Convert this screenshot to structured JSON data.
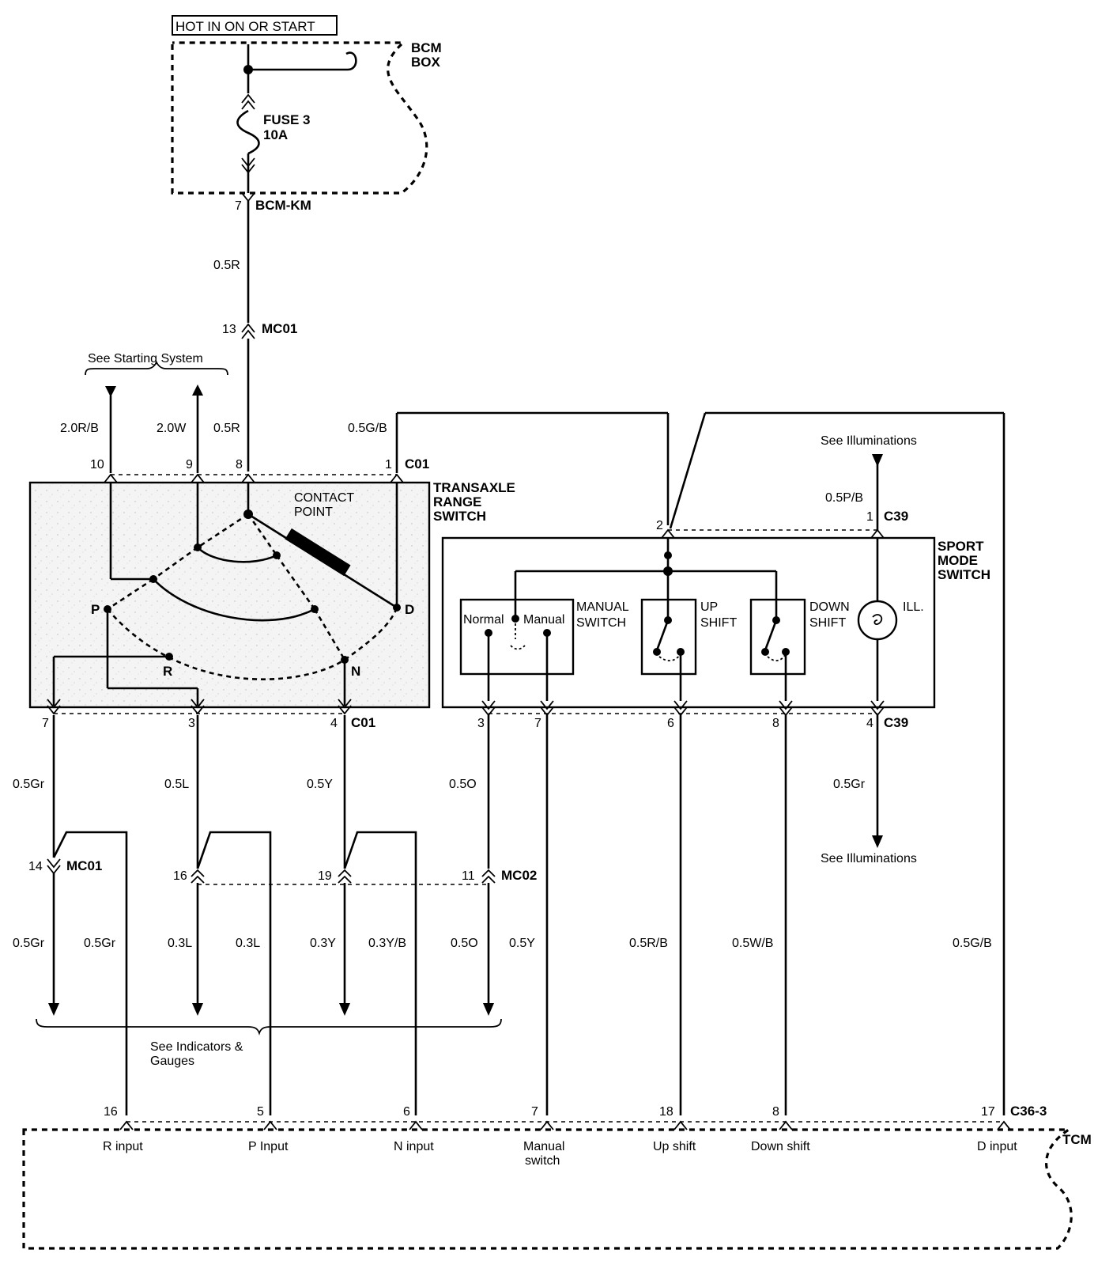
{
  "title_box": "HOT IN ON OR START",
  "bcm": {
    "label_line1": "BCM",
    "label_line2": "BOX",
    "fuse_line1": "FUSE 3",
    "fuse_line2": "10A",
    "connector": "BCM-KM",
    "pin": "7"
  },
  "wires": {
    "w_05R_top": "0.5R",
    "w_05R_trs": "0.5R",
    "w_20RB": "2.0R/B",
    "w_20W": "2.0W",
    "w_05GB_top": "0.5G/B",
    "w_05PB": "0.5P/B",
    "w_05Gr_7": "0.5Gr",
    "w_05L": "0.5L",
    "w_05Y_4": "0.5Y",
    "w_05O_3": "0.5O",
    "w_05Gr_c39": "0.5Gr",
    "w_05Gr_a": "0.5Gr",
    "w_05Gr_b": "0.5Gr",
    "w_03L_a": "0.3L",
    "w_03L_b": "0.3L",
    "w_03Y": "0.3Y",
    "w_03YB": "0.3Y/B",
    "w_05O_b": "0.5O",
    "w_05Y_b": "0.5Y",
    "w_05RB": "0.5R/B",
    "w_05WB": "0.5W/B",
    "w_05GB_bot": "0.5G/B"
  },
  "connectors": {
    "mc01_top": {
      "pin": "13",
      "name": "MC01"
    },
    "c01_top": {
      "name": "C01",
      "pins": [
        "10",
        "9",
        "8",
        "1"
      ]
    },
    "c01_bot": {
      "name": "C01",
      "pins": [
        "7",
        "3",
        "4"
      ]
    },
    "c39_top": {
      "name": "C39",
      "pin": "1",
      "pin2": "2"
    },
    "c39_bot": {
      "name": "C39",
      "pins": [
        "3",
        "7",
        "6",
        "8",
        "4"
      ]
    },
    "mc01_bot": {
      "pin": "14",
      "name": "MC01"
    },
    "mc02": {
      "pins": [
        "16",
        "19",
        "11"
      ],
      "name": "MC02"
    },
    "tcm": {
      "name": "C36-3",
      "pins": [
        "16",
        "5",
        "6",
        "7",
        "18",
        "8",
        "17"
      ]
    }
  },
  "notes": {
    "see_starting": "See Starting System",
    "see_illum_top": "See Illuminations",
    "see_illum_bot": "See Illuminations",
    "see_indicators_line1": "See Indicators &",
    "see_indicators_line2": "Gauges"
  },
  "trs": {
    "title_line1": "TRANSAXLE",
    "title_line2": "RANGE",
    "title_line3": "SWITCH",
    "contact_line1": "CONTACT",
    "contact_line2": "POINT",
    "pos_p": "P",
    "pos_r": "R",
    "pos_n": "N",
    "pos_d": "D"
  },
  "sport": {
    "title_line1": "SPORT",
    "title_line2": "MODE",
    "title_line3": "SWITCH",
    "normal": "Normal",
    "manual": "Manual",
    "manual_sw_line1": "MANUAL",
    "manual_sw_line2": "SWITCH",
    "up_line1": "UP",
    "up_line2": "SHIFT",
    "down_line1": "DOWN",
    "down_line2": "SHIFT",
    "ill": "ILL."
  },
  "tcm": {
    "name": "TCM",
    "inputs": [
      "R input",
      "P Input",
      "N input",
      "Manual",
      "switch",
      "Up shift",
      "Down shift",
      "D input"
    ]
  }
}
